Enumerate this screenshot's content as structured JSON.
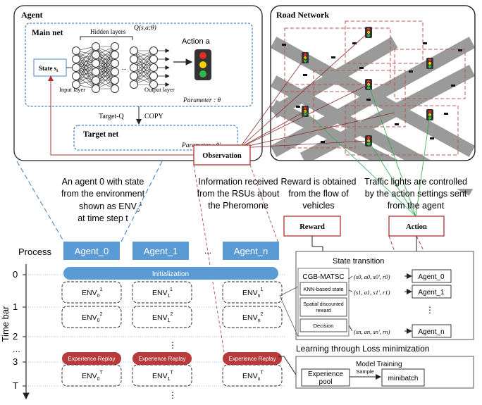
{
  "agent_panel": {
    "title": "Agent",
    "main_net_title": "Main net",
    "hidden_layers": "Hidden layers",
    "q_function": "Q(s,a;θ)",
    "state": "State s",
    "state_sub": "t",
    "input_layer": "Input layer",
    "output_layer": "Output layer",
    "parameter_main": "Parameter : θ",
    "target_q": "Target-Q",
    "copy": "COPY",
    "target_net_title": "Target net",
    "parameter_target": "Parameter : θ'"
  },
  "action_a": "Action a",
  "road_network_title": "Road Network",
  "observation": "Observation",
  "reward": "Reward",
  "action": "Action",
  "descriptions": {
    "agent_state": [
      "An agent 0 with state",
      "from the environment",
      "shown as ENV",
      "at time step t"
    ],
    "rsu_info": [
      "Information received",
      "from the RSUs about",
      "the Pheromone"
    ],
    "reward_info": [
      "Reward is obtained",
      "from the flow of",
      "vehicles"
    ],
    "action_info": [
      "Traffic lights are controlled",
      "by the action settings sent",
      "from the agent"
    ]
  },
  "timeline": {
    "process_label": "Process",
    "agents": [
      "Agent_0",
      "Agent_1",
      "...",
      "Agent_n"
    ],
    "initialization": "Initialization",
    "time_bar": "Time bar",
    "ticks": [
      "0",
      "1",
      "2",
      "...",
      "3",
      "T"
    ],
    "env_rows": [
      [
        "ENV0^1",
        "ENV1^1",
        "ENVn^1"
      ],
      [
        "ENV0^2",
        "ENV1^2",
        "ENVn^2"
      ],
      [
        "ENV0^T",
        "ENV1^T",
        "ENVn^T"
      ]
    ],
    "experience_replay": "Experience Replay",
    "vdots": "⋮"
  },
  "state_transition": {
    "title": "State transition",
    "cgb": "CGB-MATSC",
    "knn": "KNN-based state",
    "spatial": [
      "Spatial discounted",
      "reward"
    ],
    "decision": "Decision",
    "tuples": [
      "(s0, a0, s0', r0)",
      "(s1, a1, s1', r1)",
      "(sn, an, sn', rn)"
    ],
    "agents": [
      "Agent_0",
      "Agent_1",
      "Agent_n"
    ]
  },
  "learning_label": "Learning through Loss minimization",
  "model_training": {
    "title": "Model Training",
    "experience_pool": [
      "Experience",
      "pool"
    ],
    "sample": "Sample",
    "minibatch": "minibatch"
  },
  "colors": {
    "blue": "#5b9bd5",
    "red_brown": "#a83232",
    "dark_red": "#c0504d",
    "green": "#2eaa4a",
    "road_gray": "#9a9a9a",
    "exp_red": "#b83a3a"
  }
}
